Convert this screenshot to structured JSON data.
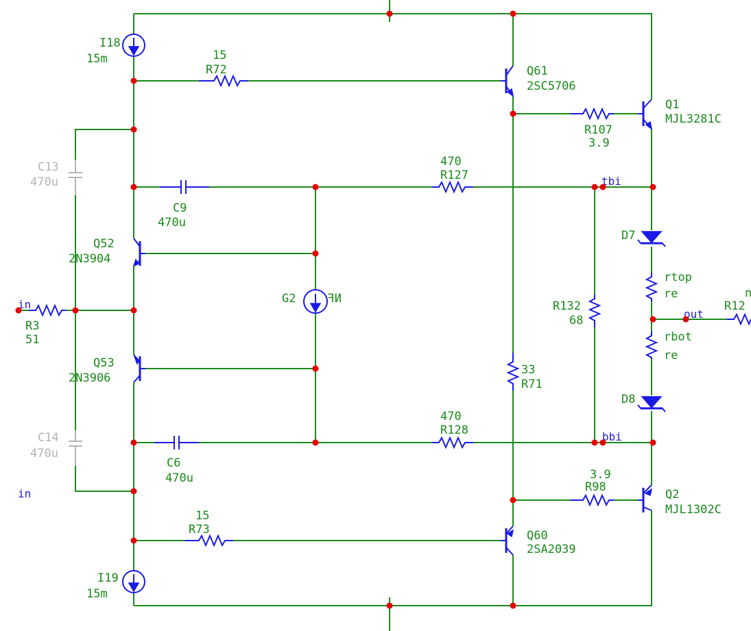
{
  "components": {
    "I18": {
      "ref": "I18",
      "value": "15m"
    },
    "I19": {
      "ref": "I19",
      "value": "15m"
    },
    "R72": {
      "ref": "R72",
      "value": "15"
    },
    "R73": {
      "ref": "R73",
      "value": "15"
    },
    "R107": {
      "ref": "R107",
      "value": "3.9"
    },
    "R98": {
      "ref": "R98",
      "value": "3.9"
    },
    "R127": {
      "ref": "R127",
      "value": "470"
    },
    "R128": {
      "ref": "R128",
      "value": "470"
    },
    "R132": {
      "ref": "R132",
      "value": "68"
    },
    "R71": {
      "ref": "R71",
      "value": "33"
    },
    "R3": {
      "ref": "R3",
      "value": "51"
    },
    "R12": {
      "ref": "R12"
    },
    "rtop": {
      "ref": "rtop",
      "value": "re"
    },
    "rbot": {
      "ref": "rbot",
      "value": "re"
    },
    "Q61": {
      "ref": "Q61",
      "part": "2SC5706"
    },
    "Q60": {
      "ref": "Q60",
      "part": "2SA2039"
    },
    "Q1": {
      "ref": "Q1",
      "part": "MJL3281C"
    },
    "Q2": {
      "ref": "Q2",
      "part": "MJL1302C"
    },
    "Q52": {
      "ref": "Q52",
      "part": "2N3904"
    },
    "Q53": {
      "ref": "Q53",
      "part": "2N3906"
    },
    "C13": {
      "ref": "C13",
      "value": "470u"
    },
    "C14": {
      "ref": "C14",
      "value": "470u"
    },
    "C9": {
      "ref": "C9",
      "value": "470u"
    },
    "C6": {
      "ref": "C6",
      "value": "470u"
    },
    "G2": {
      "ref": "G2",
      "value": "NF"
    },
    "D7": {
      "ref": "D7"
    },
    "D8": {
      "ref": "D8"
    }
  },
  "nets": {
    "tbi": "tbi",
    "bbi": "bbi",
    "out": "out",
    "in": "in",
    "in_bottom": "in",
    "cut_label": "n"
  },
  "colors": {
    "wire": "#1a8a1a",
    "component": "#1a1ae6",
    "node": "#e60000",
    "disabled": "#b4b4b4",
    "net_label": "#2020d0"
  }
}
